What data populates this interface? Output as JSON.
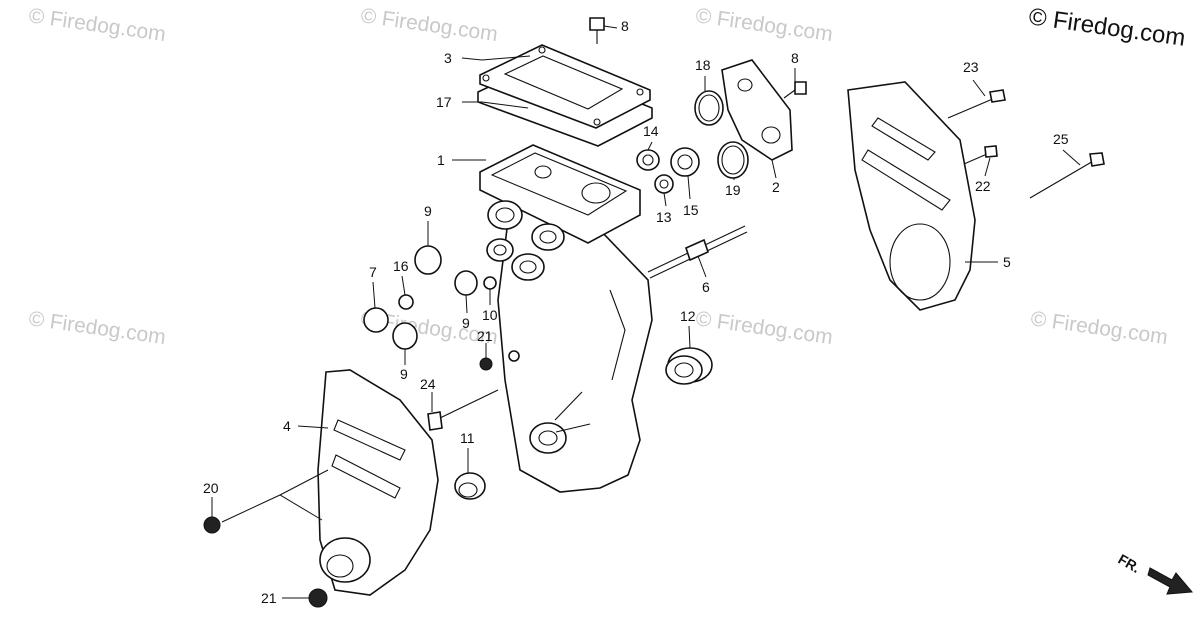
{
  "copyright": "© Firedog.com",
  "watermark": "© Firedog.com",
  "direction_label": "FR.",
  "labels": {
    "p1": "1",
    "p2": "2",
    "p3": "3",
    "p4": "4",
    "p5": "5",
    "p6": "6",
    "p7": "7",
    "p8a": "8",
    "p8b": "8",
    "p9a": "9",
    "p9b": "9",
    "p9c": "9",
    "p10": "10",
    "p11": "11",
    "p12": "12",
    "p13": "13",
    "p14": "14",
    "p15": "15",
    "p16": "16",
    "p17": "17",
    "p18": "18",
    "p19": "19",
    "p20": "20",
    "p21a": "21",
    "p21b": "21",
    "p22": "22",
    "p23": "23",
    "p24": "24",
    "p25": "25"
  }
}
